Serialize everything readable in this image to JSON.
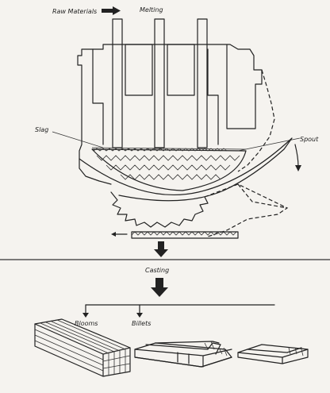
{
  "labels": {
    "raw_materials": "Raw Materials",
    "melting": "Melting",
    "slag": "Slag",
    "spout": "Spout",
    "casting": "Casting",
    "blooms": "Blooms",
    "billets": "Billets"
  },
  "colors": {
    "ink": "#222222",
    "paper": "#f5f3ef"
  }
}
